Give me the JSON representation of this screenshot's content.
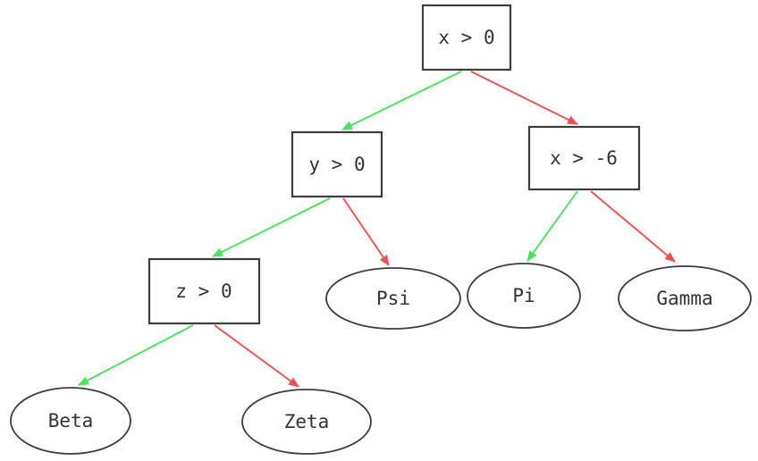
{
  "colors": {
    "edge_true": "#4ce35c",
    "edge_false": "#f25050",
    "node_border": "#3d3d3d",
    "node_fill": "#ffffff",
    "text": "#333333",
    "background": "#ffffff"
  },
  "diagram": {
    "type": "decision-tree",
    "nodes": {
      "root": {
        "label": "x > 0",
        "shape": "box"
      },
      "y_check": {
        "label": "y > 0",
        "shape": "box"
      },
      "x_neg6_check": {
        "label": "x > -6",
        "shape": "box"
      },
      "z_check": {
        "label": "z > 0",
        "shape": "box"
      },
      "psi": {
        "label": "Psi",
        "shape": "ellipse"
      },
      "pi": {
        "label": "Pi",
        "shape": "ellipse"
      },
      "gamma": {
        "label": "Gamma",
        "shape": "ellipse"
      },
      "beta": {
        "label": "Beta",
        "shape": "ellipse"
      },
      "zeta": {
        "label": "Zeta",
        "shape": "ellipse"
      }
    },
    "edges": [
      {
        "from": "x > 0",
        "to": "y > 0",
        "branch": "true"
      },
      {
        "from": "x > 0",
        "to": "x > -6",
        "branch": "false"
      },
      {
        "from": "y > 0",
        "to": "z > 0",
        "branch": "true"
      },
      {
        "from": "y > 0",
        "to": "Psi",
        "branch": "false"
      },
      {
        "from": "x > -6",
        "to": "Pi",
        "branch": "true"
      },
      {
        "from": "x > -6",
        "to": "Gamma",
        "branch": "false"
      },
      {
        "from": "z > 0",
        "to": "Beta",
        "branch": "true"
      },
      {
        "from": "z > 0",
        "to": "Zeta",
        "branch": "false"
      }
    ]
  }
}
